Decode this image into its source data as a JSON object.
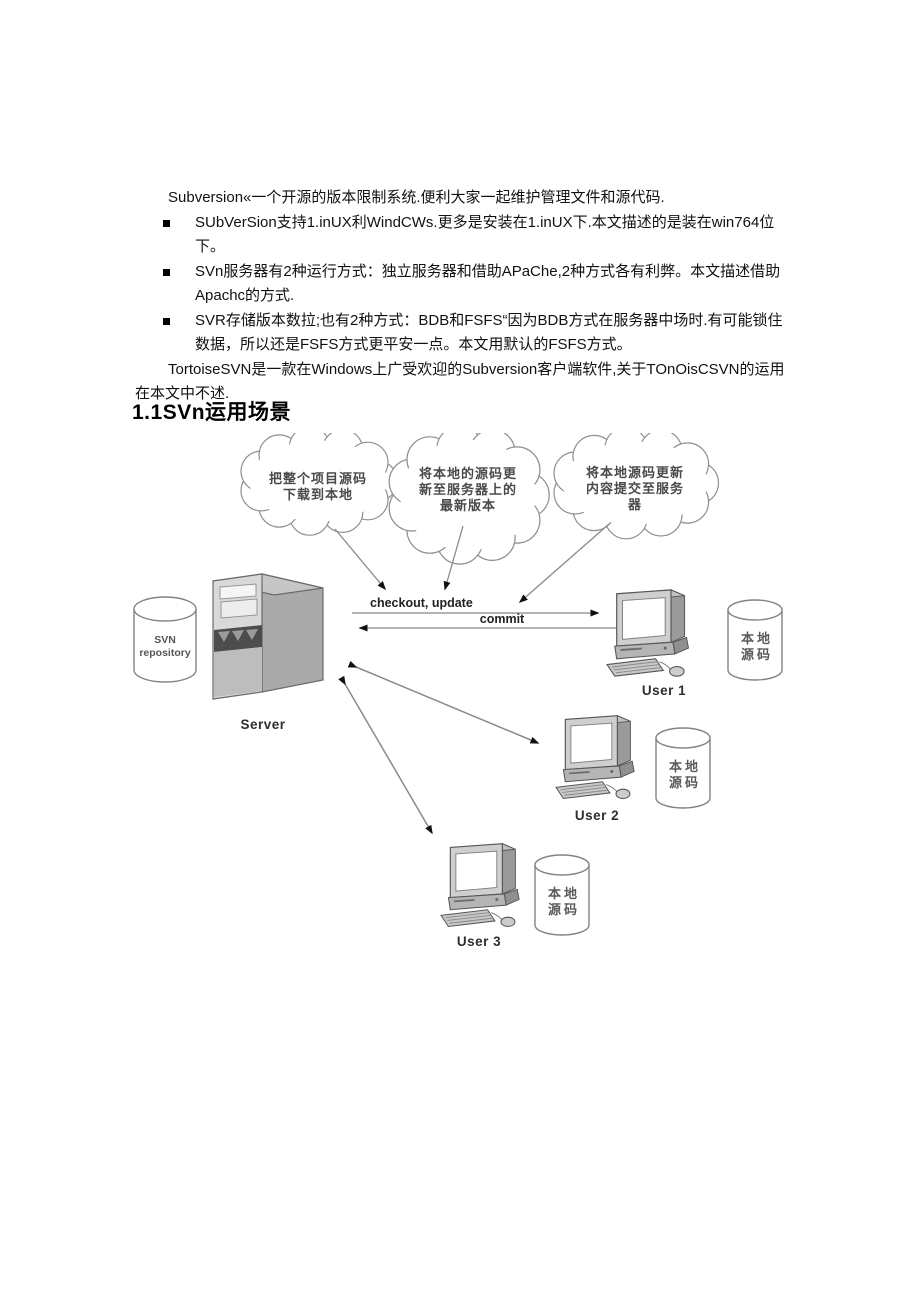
{
  "document": {
    "intro": "Subversion«一个开源的版本限制系统.便利大家一起维护管理文件和源代码.",
    "bullets": [
      "SUbVerSion支持1.inUX利WindCWs.更多是安装在1.inUX下.本文描述的是装在win764位下。",
      "SVn服务器有2种运行方式：独立服务器和借助APaChe,2种方式各有利弊。本文描述借助Apachc的方式.",
      "SVR存储版本数拉;也有2种方式：BDB和FSFS“因为BDB方式在服务器中场时.有可能锁住数据，所以还是FSFS方式更平安一点。本文用默认的FSFS方式。"
    ],
    "closing": "TortoiseSVN是一款在Windows上广受欢迎的Subversion客户端软件,关于TOnOisCSVN的运用在本文中不述.",
    "heading": "1.1SVn运用场景"
  },
  "diagram": {
    "clouds": [
      {
        "lines": [
          "把整个项目源码",
          "下载到本地"
        ]
      },
      {
        "lines": [
          "将本地的源码更",
          "新至服务器上的",
          "最新版本"
        ]
      },
      {
        "lines": [
          "将本地源码更新",
          "内容提交至服务",
          "器"
        ]
      }
    ],
    "labels": {
      "checkout": "checkout, update",
      "commit": "commit",
      "server": "Server",
      "repo_line1": "SVN",
      "repo_line2": "repository"
    },
    "users": [
      {
        "name": "User 1",
        "storage_line1": "本地",
        "storage_line2": "源码"
      },
      {
        "name": "User 2",
        "storage_line1": "本地",
        "storage_line2": "源码"
      },
      {
        "name": "User 3",
        "storage_line1": "本地",
        "storage_line2": "源码"
      }
    ],
    "colors": {
      "ink": "#1a1a1a",
      "line_gray": "#9a9a9a",
      "arrow_black": "#111111"
    }
  }
}
